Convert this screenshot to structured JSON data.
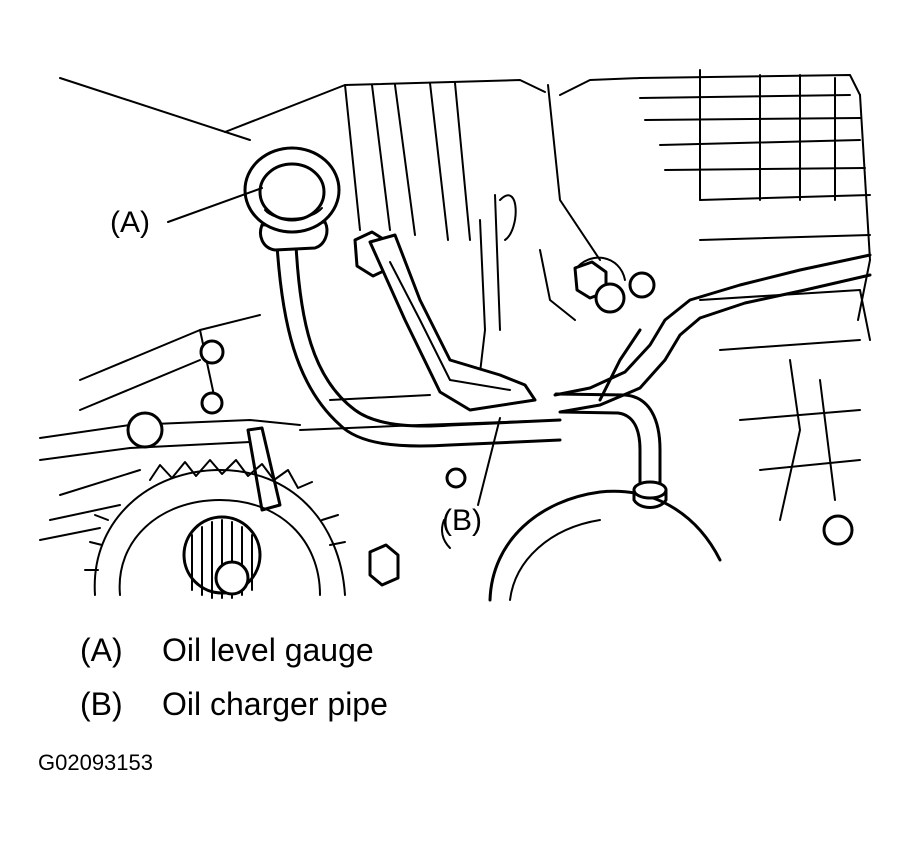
{
  "callouts": {
    "a": "(A)",
    "b": "(B)"
  },
  "legend": [
    {
      "key": "(A)",
      "text": "Oil level gauge"
    },
    {
      "key": "(B)",
      "text": "Oil charger pipe"
    }
  ],
  "figure_id": "G02093153"
}
